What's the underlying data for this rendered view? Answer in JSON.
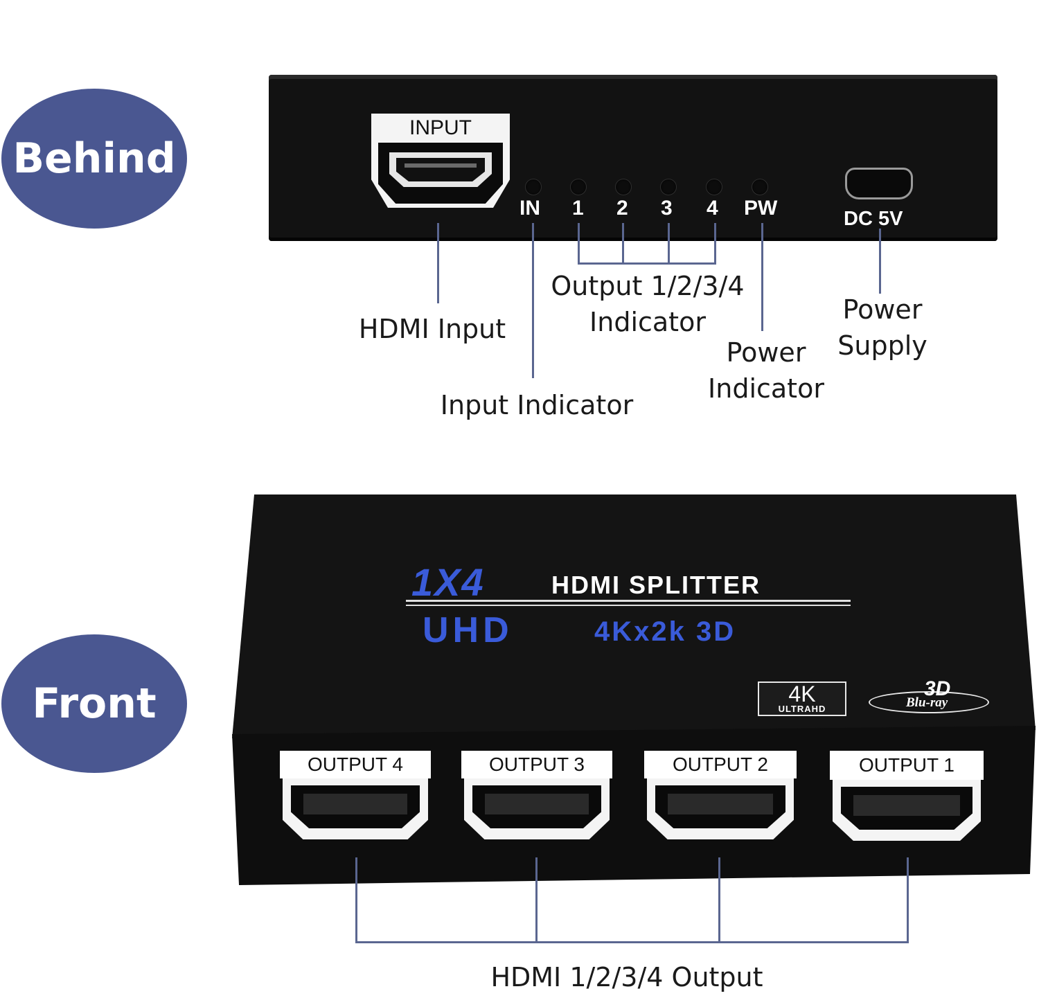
{
  "views": {
    "behind": "Behind",
    "front": "Front"
  },
  "rear_panel": {
    "input_port": "INPUT",
    "leds": [
      "IN",
      "1",
      "2",
      "3",
      "4",
      "PW"
    ],
    "dc": "DC 5V"
  },
  "callouts": {
    "hdmi_input": "HDMI Input",
    "input_indicator": "Input Indicator",
    "output_indicator_line1": "Output 1/2/3/4",
    "output_indicator_line2": "Indicator",
    "power_indicator_line1": "Power",
    "power_indicator_line2": "Indicator",
    "power_supply_line1": "Power",
    "power_supply_line2": "Supply",
    "hdmi_output": "HDMI 1/2/3/4 Output"
  },
  "front_panel": {
    "brand_ratio": "1X4",
    "brand_name": "HDMI SPLITTER",
    "uhd": "UHD",
    "resolution": "4Kx2k 3D",
    "badge_4k": "4K",
    "badge_ultrahd": "ULTRAHD",
    "badge_3d": "3D",
    "badge_bluray": "Blu-ray",
    "outputs": [
      "OUTPUT 4",
      "OUTPUT 3",
      "OUTPUT 2",
      "OUTPUT 1"
    ]
  },
  "colors": {
    "badge": "#4a5791",
    "device": "#111111",
    "accent_blue": "#3a5bd9",
    "line": "#5a6690"
  }
}
